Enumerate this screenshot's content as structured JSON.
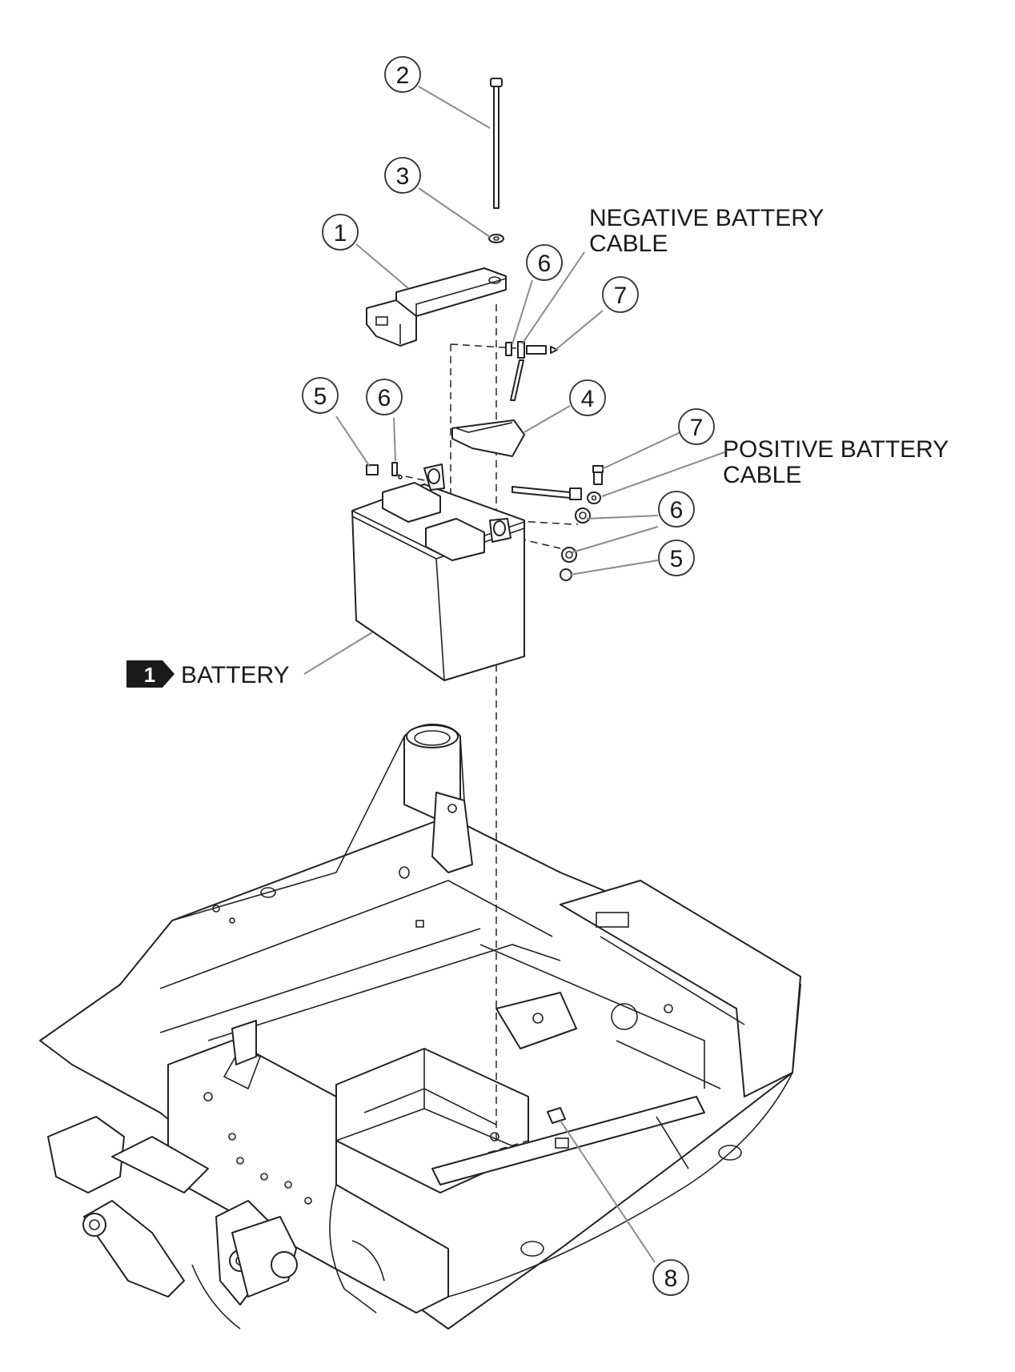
{
  "callouts": [
    {
      "id": "c2",
      "label": "2"
    },
    {
      "id": "c3",
      "label": "3"
    },
    {
      "id": "c1",
      "label": "1"
    },
    {
      "id": "c6a",
      "label": "6"
    },
    {
      "id": "c7a",
      "label": "7"
    },
    {
      "id": "c5a",
      "label": "5"
    },
    {
      "id": "c6b",
      "label": "6"
    },
    {
      "id": "c4",
      "label": "4"
    },
    {
      "id": "c7b",
      "label": "7"
    },
    {
      "id": "c6c",
      "label": "6"
    },
    {
      "id": "c5b",
      "label": "5"
    },
    {
      "id": "c8",
      "label": "8"
    }
  ],
  "labels": {
    "negative_line1": "NEGATIVE BATTERY",
    "negative_line2": "CABLE",
    "positive_line1": "POSITIVE BATTERY",
    "positive_line2": "CABLE",
    "battery": "BATTERY",
    "battery_badge": "1"
  },
  "colors": {
    "line": "#222222",
    "leader": "#8a8a8a",
    "badge": "#1a1a1a"
  }
}
